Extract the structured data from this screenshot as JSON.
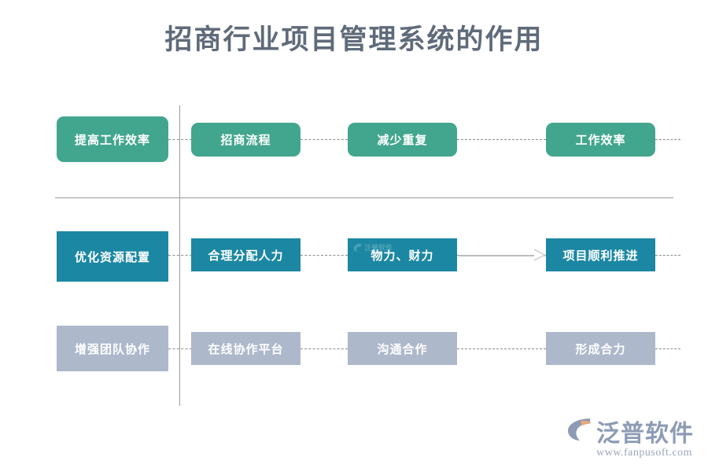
{
  "page": {
    "title": "招商行业项目管理系统的作用",
    "title_color": "#5f6b7a",
    "background": "#ffffff"
  },
  "colors": {
    "row1": "#42a68e",
    "row2": "#1b87a3",
    "row3": "#aeb8cb",
    "guide_line": "#9a9a9a",
    "dash_line": "#8b8b8b",
    "arrow": "#cfd2d6",
    "brand": "#8d9bb5",
    "brand_accent": "#e8a87c"
  },
  "rows": [
    {
      "id": "row-1",
      "theme": "green",
      "boxes": [
        {
          "label": "提高工作效率",
          "role": "category"
        },
        {
          "label": "招商流程",
          "role": "step"
        },
        {
          "label": "减少重复",
          "role": "step"
        },
        {
          "label": "工作效率",
          "role": "step"
        }
      ]
    },
    {
      "id": "row-2",
      "theme": "blue",
      "boxes": [
        {
          "label": "优化资源配置",
          "role": "category"
        },
        {
          "label": "合理分配人力",
          "role": "step"
        },
        {
          "label": "物力、财力",
          "role": "step",
          "watermark": "泛普软件"
        },
        {
          "label": "项目顺利推进",
          "role": "step"
        }
      ]
    },
    {
      "id": "row-3",
      "theme": "gray",
      "boxes": [
        {
          "label": "增强团队协作",
          "role": "category"
        },
        {
          "label": "在线协作平台",
          "role": "step"
        },
        {
          "label": "沟通合作",
          "role": "step"
        },
        {
          "label": "形成合力",
          "role": "step"
        }
      ]
    }
  ],
  "brand": {
    "name": "泛普软件",
    "url": "www.fanpusoft.com",
    "logo_icon": "fanpu-swoosh-logo"
  }
}
